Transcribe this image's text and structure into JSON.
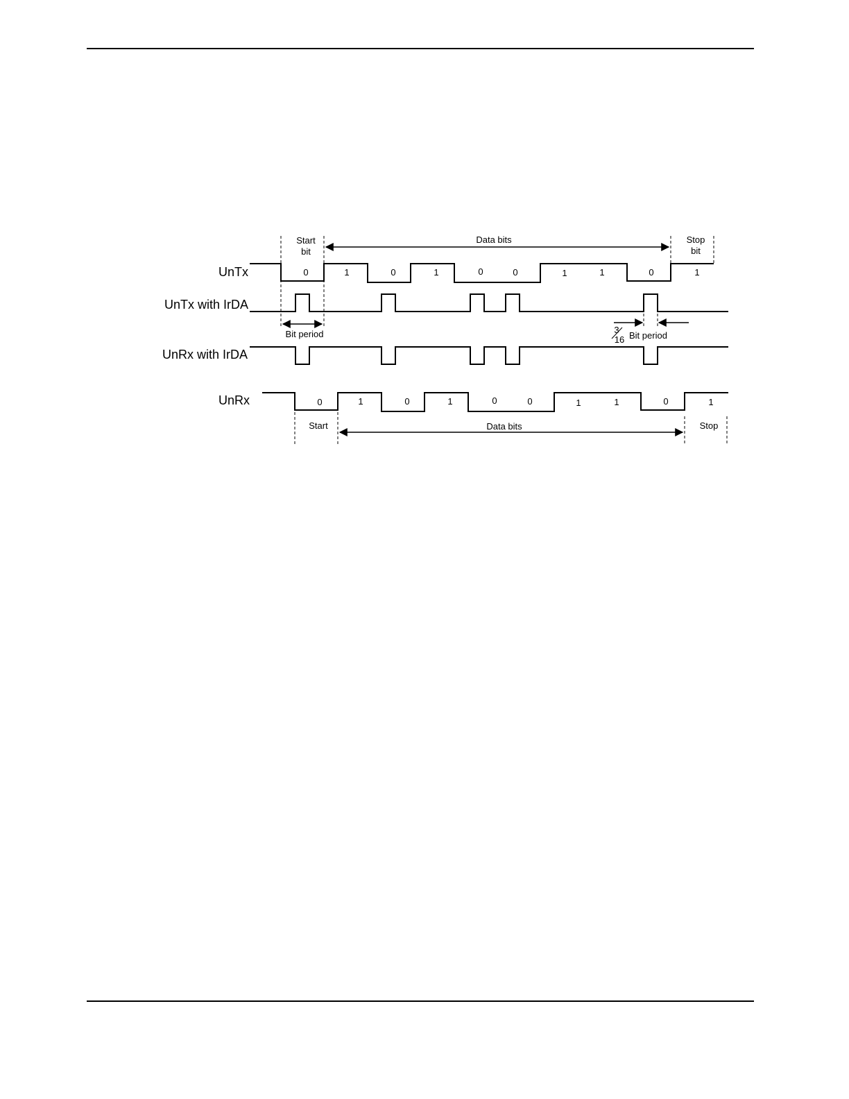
{
  "rows": {
    "untx": "UnTx",
    "untx_irda": "UnTx with IrDA",
    "unrx_irda": "UnRx with IrDA",
    "unrx": "UnRx"
  },
  "tx": {
    "start_line1": "Start",
    "start_line2": "bit",
    "data_bits": "Data bits",
    "stop_line1": "Stop",
    "stop_line2": "bit",
    "bits": [
      "0",
      "1",
      "0",
      "1",
      "0",
      "0",
      "1",
      "1",
      "0",
      "1"
    ]
  },
  "annotations": {
    "bit_period": "Bit period",
    "fraction_num": "3",
    "fraction_den": "16",
    "pulse_period": "Bit period"
  },
  "rx": {
    "start": "Start",
    "data_bits": "Data bits",
    "stop": "Stop",
    "bits": [
      "0",
      "1",
      "0",
      "1",
      "0",
      "0",
      "1",
      "1",
      "0",
      "1"
    ]
  }
}
